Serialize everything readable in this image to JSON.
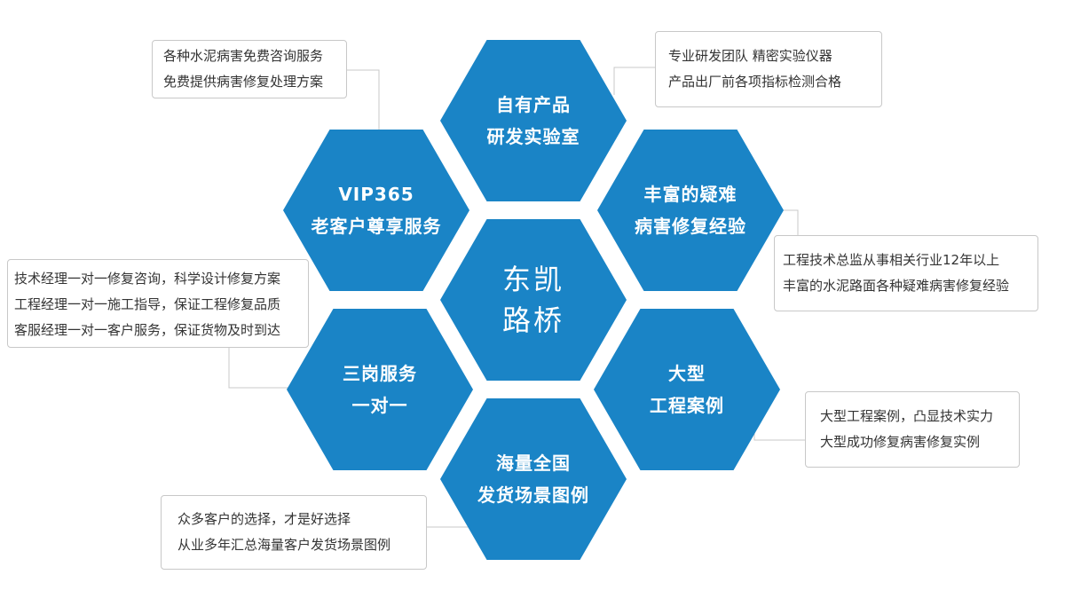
{
  "colors": {
    "hex_fill": "#1a84c6",
    "connector": "#c8c8c8",
    "note_border": "#c8c8c8",
    "note_text": "#333333"
  },
  "center": {
    "line1": "东凯",
    "line2": "路桥"
  },
  "hexagons": {
    "top": {
      "line1": "自有产品",
      "line2": "研发实验室"
    },
    "upper_right": {
      "line1": "丰富的疑难",
      "line2": "病害修复经验"
    },
    "lower_right": {
      "line1": "大型",
      "line2": "工程案例"
    },
    "bottom": {
      "line1": "海量全国",
      "line2": "发货场景图例"
    },
    "lower_left": {
      "line1": "三岗服务",
      "line2": "一对一"
    },
    "upper_left": {
      "line1": "VIP365",
      "line2": "老客户尊享服务"
    }
  },
  "notes": {
    "top_left": [
      "各种水泥病害免费咨询服务",
      "免费提供病害修复处理方案"
    ],
    "top_right": [
      "专业研发团队  精密实验仪器",
      "产品出厂前各项指标检测合格"
    ],
    "middle_right": [
      "工程技术总监从事相关行业12年以上",
      "丰富的水泥路面各种疑难病害修复经验"
    ],
    "middle_left": [
      "技术经理一对一修复咨询，科学设计修复方案",
      "工程经理一对一施工指导，保证工程修复品质",
      "客服经理一对一客户服务，保证货物及时到达"
    ],
    "bottom_right": [
      "大型工程案例，凸显技术实力",
      "大型成功修复病害修复实例"
    ],
    "bottom_left": [
      "众多客户的选择，才是好选择",
      "从业多年汇总海量客户发货场景图例"
    ]
  }
}
